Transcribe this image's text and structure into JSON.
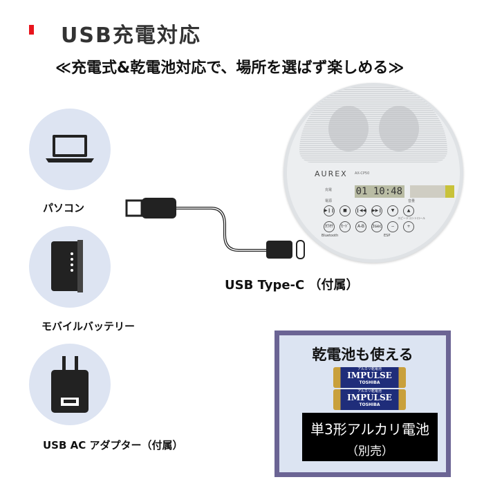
{
  "header": {
    "title": "USB充電対応",
    "subtitle": "≪充電式&乾電池対応で、場所を選ばず楽しめる≫",
    "accent": "#e8141c"
  },
  "sources": [
    {
      "label": "パソコン",
      "icon": "laptop-icon"
    },
    {
      "label": "モバイルバッテリー",
      "icon": "power-bank-icon"
    },
    {
      "label": "USB AC アダプター（付属）",
      "icon": "ac-adapter-icon"
    }
  ],
  "cable": {
    "label": "USB Type-C （付属）"
  },
  "player": {
    "brand": "AUREX",
    "model": "AX-CP50",
    "display": "01 10:48",
    "charge_label": "充電",
    "power_label": "電源",
    "volume_label": "音量",
    "speed_label": "スピードコントロール",
    "bluetooth": "Bluetooth",
    "esp": "ESP",
    "buttons_row1": [
      "▶❙❙",
      "■",
      "❙◀◀",
      "▶▶❙",
      "▼",
      "▲"
    ],
    "buttons_row2": [
      "ｶﾗｵｹ",
      "ﾓｰﾄﾞ",
      "A-B",
      "3sec",
      "−",
      "+"
    ]
  },
  "battery": {
    "heading": "乾電池も使える",
    "brand": "IMPULSE",
    "maker": "TOSHIBA",
    "cell_label": "アルカリ乾電池",
    "size": "3",
    "type_label": "単3形アルカリ電池",
    "note": "（別売）",
    "border_color": "#6b6494"
  }
}
